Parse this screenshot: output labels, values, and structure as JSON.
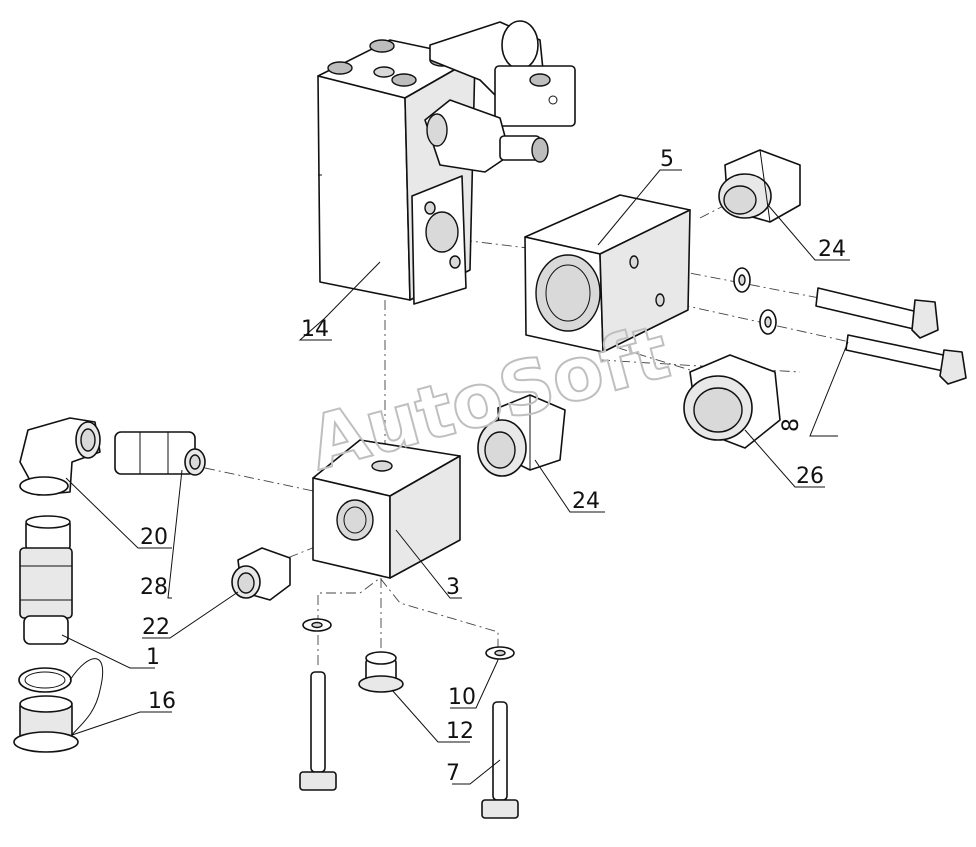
{
  "watermark": "AutoSoft",
  "labels": {
    "l14": "14",
    "l5": "5",
    "l24a": "24",
    "l24b": "24",
    "l8": "8",
    "l26": "26",
    "l20": "20",
    "l28": "28",
    "l22": "22",
    "l3": "3",
    "l1": "1",
    "l16": "16",
    "l10": "10",
    "l12": "12",
    "l7": "7"
  }
}
